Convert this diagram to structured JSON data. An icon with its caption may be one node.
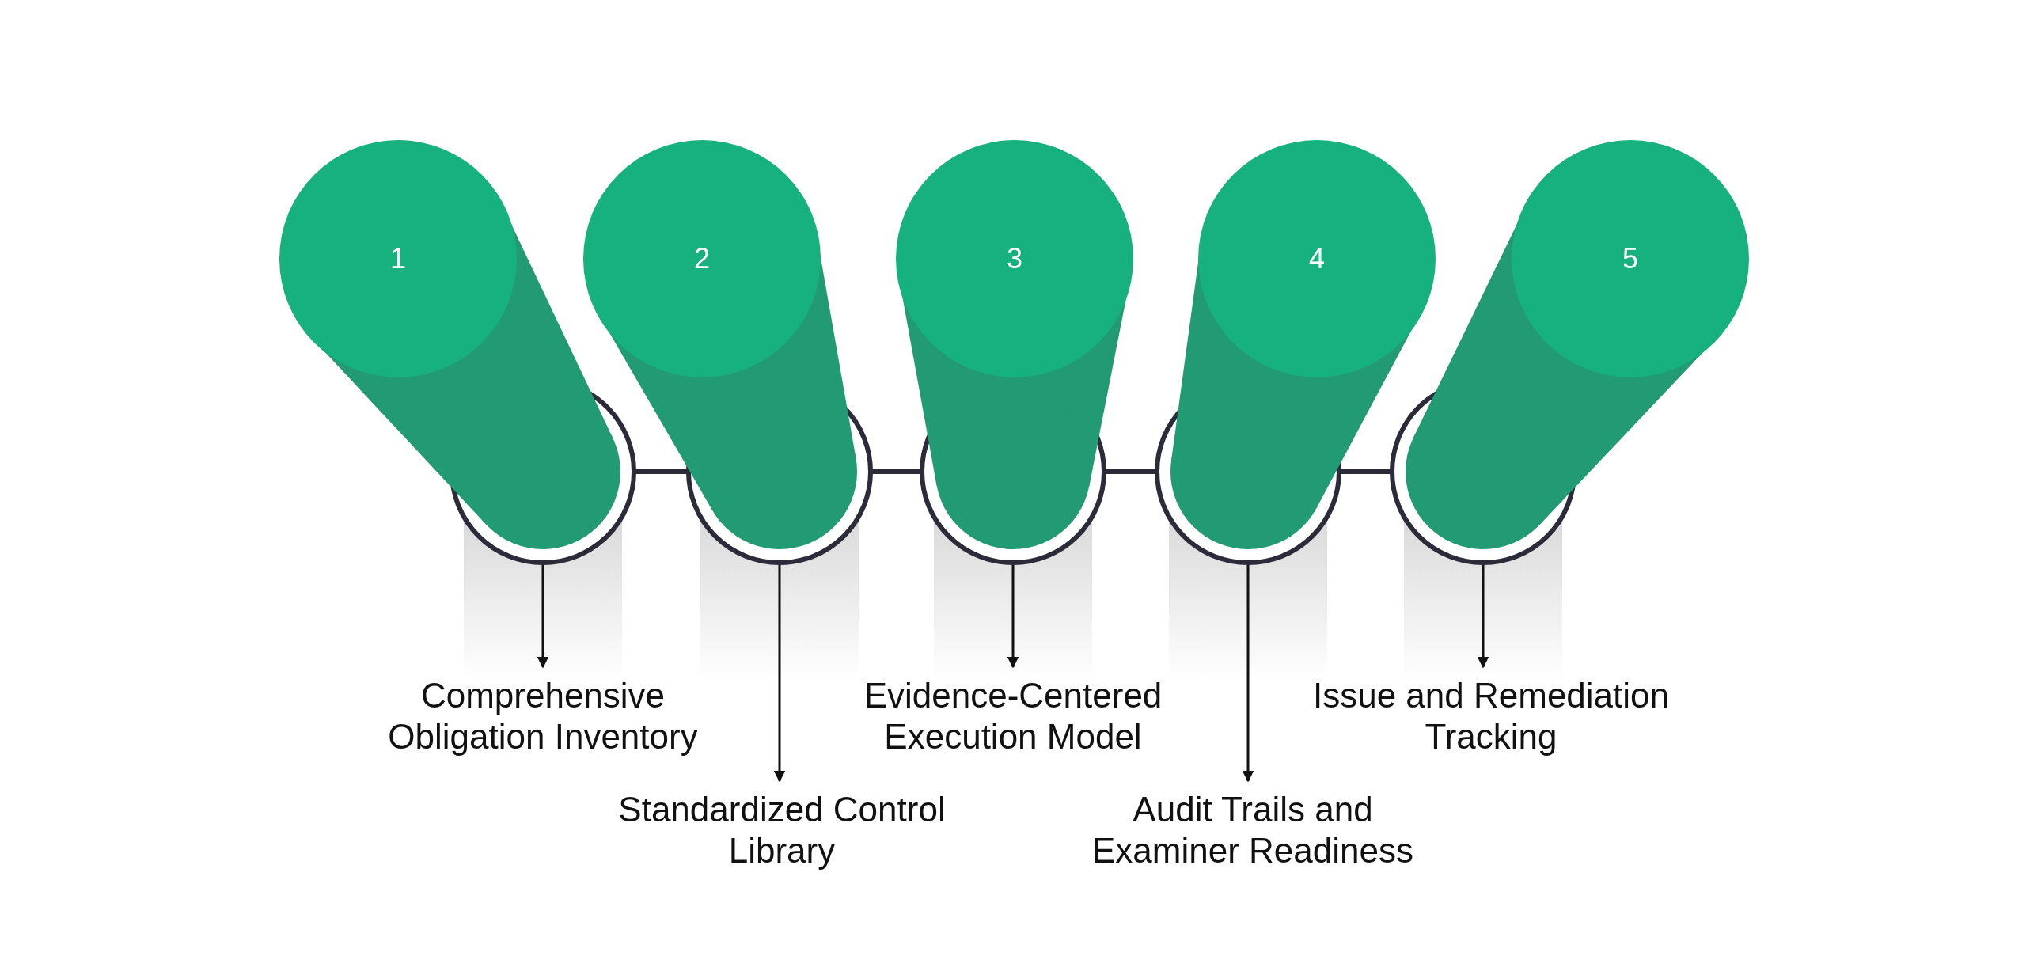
{
  "diagram": {
    "nodes": [
      {
        "text": [
          "1"
        ]
      },
      {
        "text": [
          "2"
        ]
      },
      {
        "text": [
          "3"
        ]
      },
      {
        "text": [
          "4"
        ]
      },
      {
        "text": [
          "5"
        ]
      },
      {
        "text": [
          "Comprehensive Obligation Inventory"
        ]
      },
      {
        "text": [
          "Standardized Control Library"
        ]
      },
      {
        "text": [
          "Evidence-Centered Execution Model"
        ]
      },
      {
        "text": [
          "Audit Trails and Examiner Readiness"
        ]
      },
      {
        "text": [
          "Issue and Remediation Tracking"
        ]
      }
    ],
    "edges": [
      {
        "from": 0,
        "to": 1,
        "arrow": "none"
      },
      {
        "from": 1,
        "to": 2,
        "arrow": "none"
      },
      {
        "from": 2,
        "to": 3,
        "arrow": "none"
      },
      {
        "from": 3,
        "to": 4,
        "arrow": "none"
      },
      {
        "from": 0,
        "to": 5,
        "arrow": "to"
      },
      {
        "from": 1,
        "to": 6,
        "arrow": "to"
      },
      {
        "from": 2,
        "to": 7,
        "arrow": "to"
      },
      {
        "from": 3,
        "to": 8,
        "arrow": "to"
      },
      {
        "from": 4,
        "to": 9,
        "arrow": "to"
      }
    ]
  }
}
